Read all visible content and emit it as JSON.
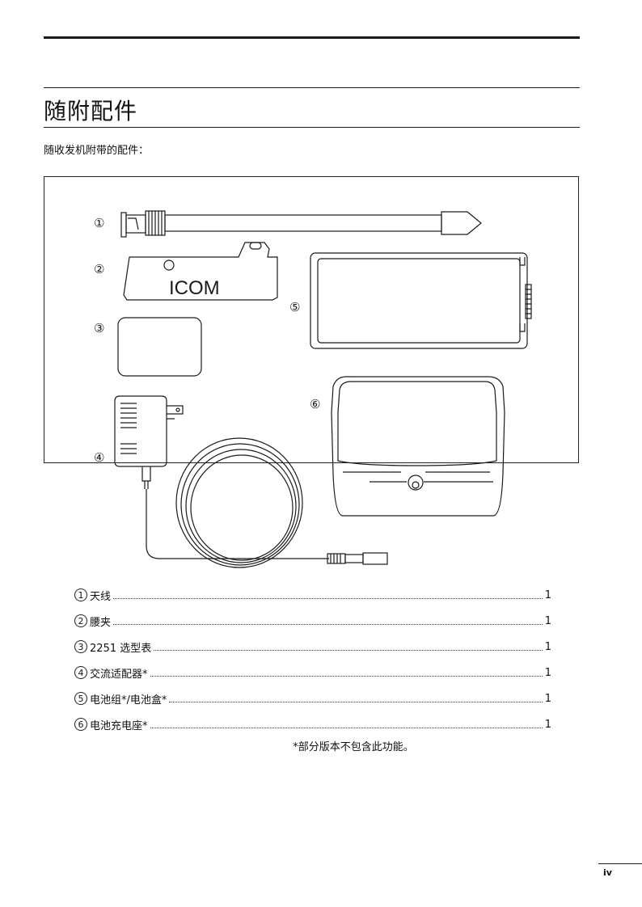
{
  "header": {
    "title": "随附配件",
    "intro": "随收发机附带的配件："
  },
  "figure": {
    "callouts": [
      "①",
      "②",
      "③",
      "④",
      "⑤",
      "⑥"
    ],
    "clip_brand": "ICOM"
  },
  "items": [
    {
      "num": "1",
      "label": "天线",
      "qty": "1"
    },
    {
      "num": "2",
      "label": "腰夹",
      "qty": "1"
    },
    {
      "num": "3",
      "label": "2251 选型表",
      "qty": "1"
    },
    {
      "num": "4",
      "label": "交流适配器*",
      "qty": "1"
    },
    {
      "num": "5",
      "label": "电池组*/电池盒*",
      "qty": "1"
    },
    {
      "num": "6",
      "label": "电池充电座*",
      "qty": "1"
    }
  ],
  "footnote": "*部分版本不包含此功能。",
  "page_number": "iv"
}
